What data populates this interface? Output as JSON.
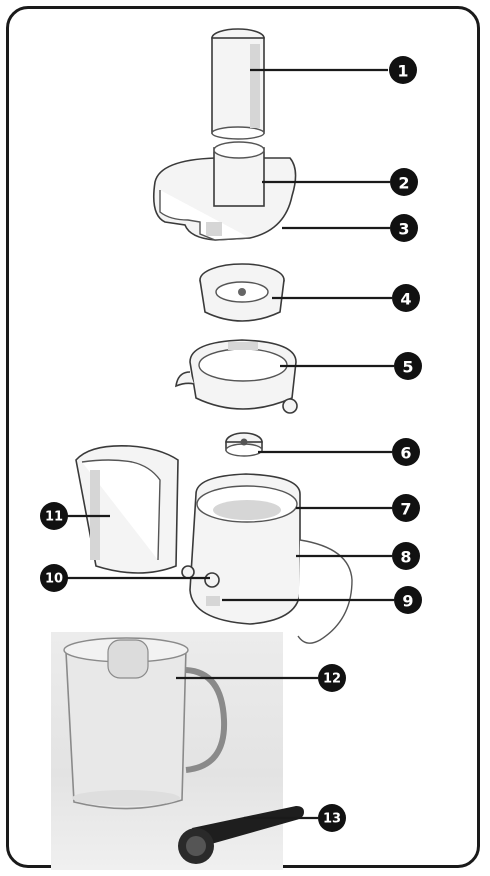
{
  "figure": {
    "badge_color": "#111111",
    "parts": [
      {
        "label": "1"
      },
      {
        "label": "2"
      },
      {
        "label": "3"
      },
      {
        "label": "4"
      },
      {
        "label": "5"
      },
      {
        "label": "6"
      },
      {
        "label": "7"
      },
      {
        "label": "8"
      },
      {
        "label": "9"
      },
      {
        "label": "10"
      },
      {
        "label": "11"
      },
      {
        "label": "12"
      },
      {
        "label": "13"
      }
    ]
  }
}
